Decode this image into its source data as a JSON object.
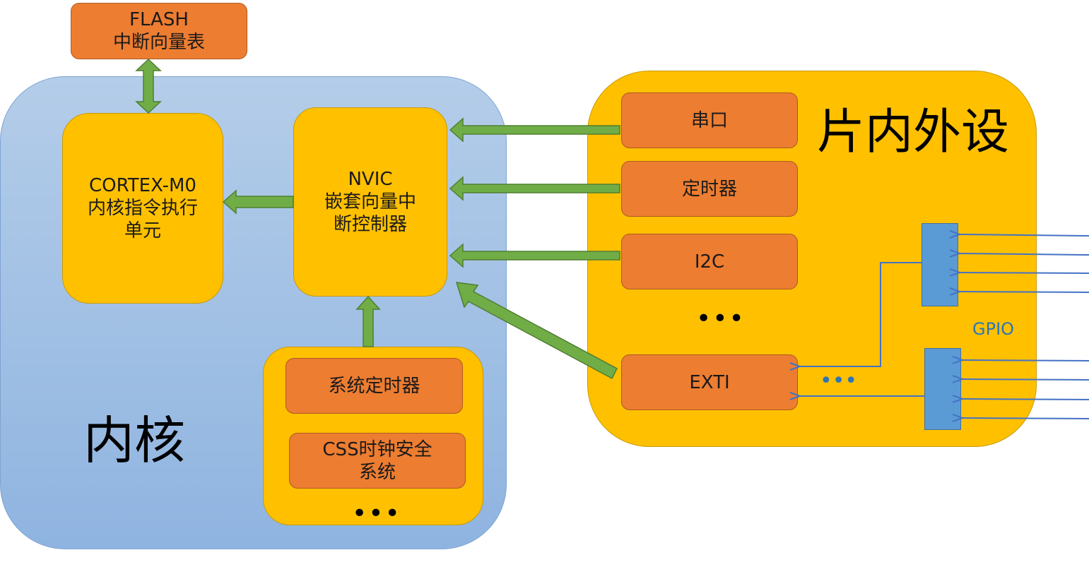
{
  "flash": {
    "line1": "FLASH",
    "line2": "中断向量表"
  },
  "core": {
    "title": "内核",
    "cortex": {
      "line1": "CORTEX-M0",
      "line2": "内核指令执行",
      "line3": "单元"
    },
    "nvic": {
      "line1": "NVIC",
      "line2": "嵌套向量中",
      "line3": "断控制器"
    },
    "group": {
      "systick": "系统定时器",
      "css": {
        "line1": "CSS时钟安全",
        "line2": "系统"
      },
      "ellipsis": "•••"
    }
  },
  "peripherals": {
    "title": "片内外设",
    "items": [
      "串口",
      "定时器",
      "I2C"
    ],
    "ellipsis": "•••",
    "exti": "EXTI",
    "exti_ellipsis": "•••",
    "gpio_label": "GPIO"
  },
  "colors": {
    "core_bg": "#a9c6e8",
    "yellow": "#ffc000",
    "orange": "#ed7d31",
    "arrow_green": "#70ad47",
    "gpio_blue": "#5b9bd5",
    "line_blue": "#4472c4"
  }
}
